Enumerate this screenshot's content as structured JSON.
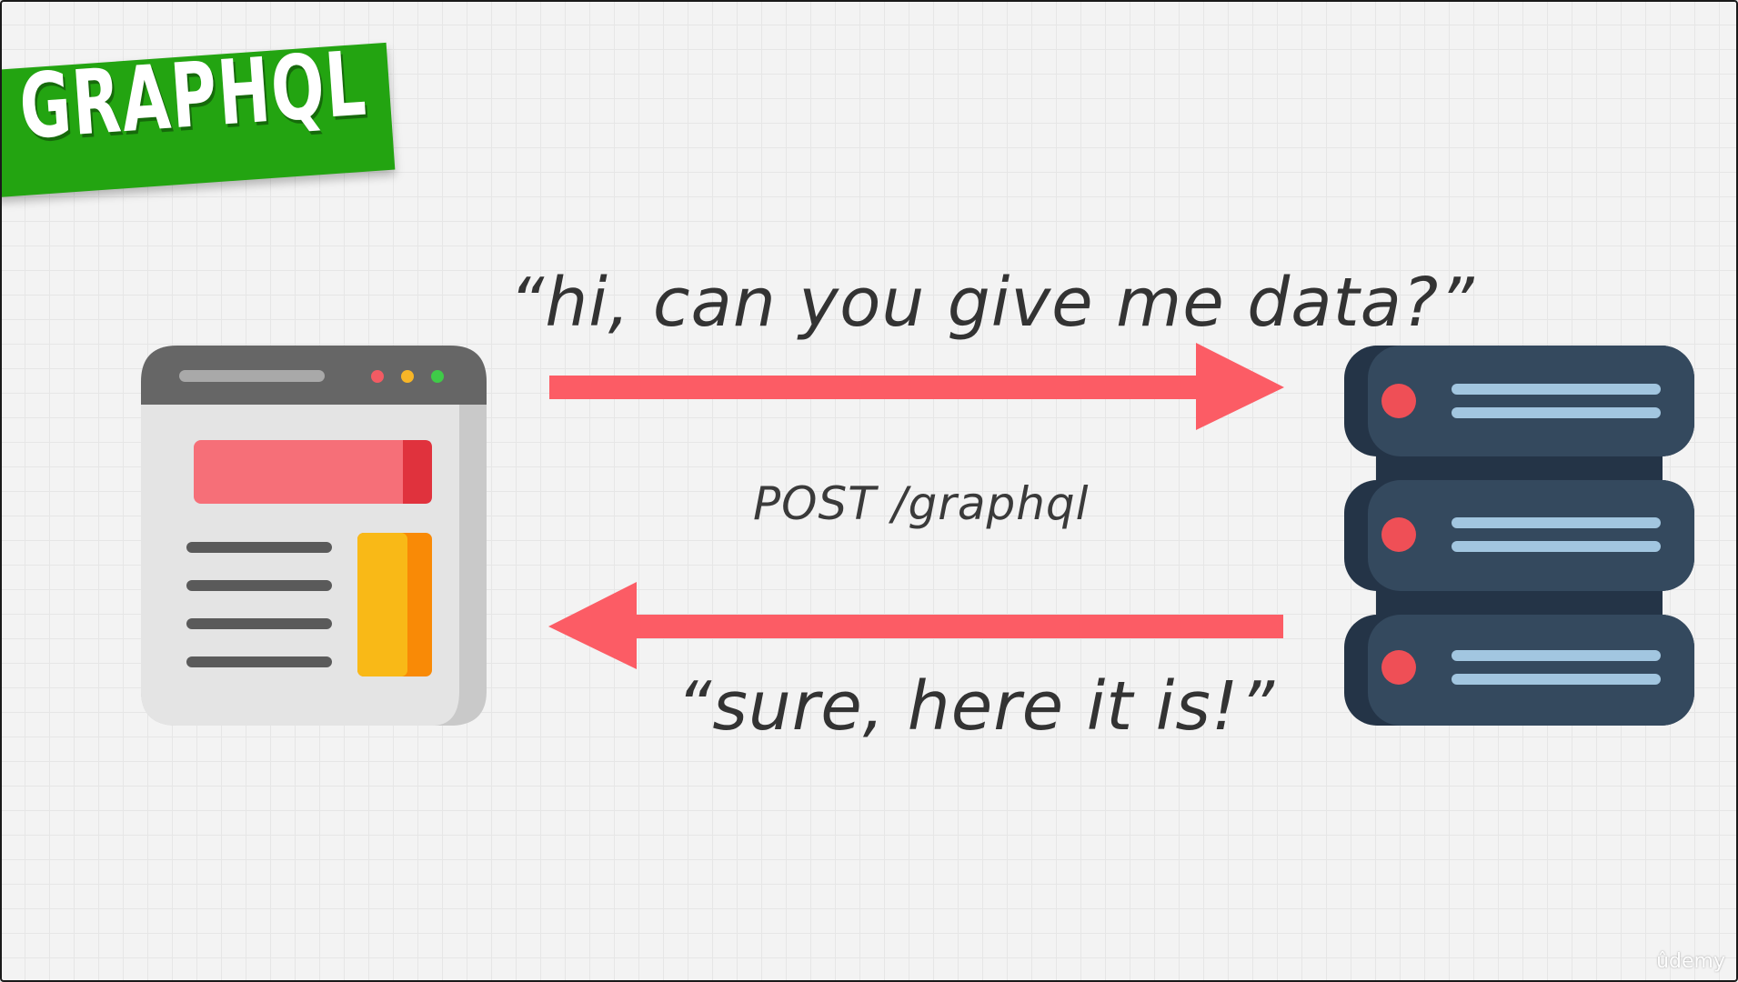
{
  "title": "GRAPHQL",
  "request_message": "“hi, can you give me data?”",
  "endpoint": "POST /graphql",
  "response_message": "“sure, here it is!”",
  "watermark": "ûdemy",
  "colors": {
    "badge": "#23a411",
    "arrow": "#fc5c65",
    "server": "#34495e",
    "browser_bar": "#676767",
    "browser_body": "#e3e3e3",
    "dot_red": "#f35b63",
    "dot_yellow": "#f8b627",
    "dot_green": "#3fcb48",
    "server_light": "#a2c6e0"
  },
  "icons": [
    "browser-window-icon",
    "server-stack-icon",
    "arrow-right-icon",
    "arrow-left-icon"
  ]
}
